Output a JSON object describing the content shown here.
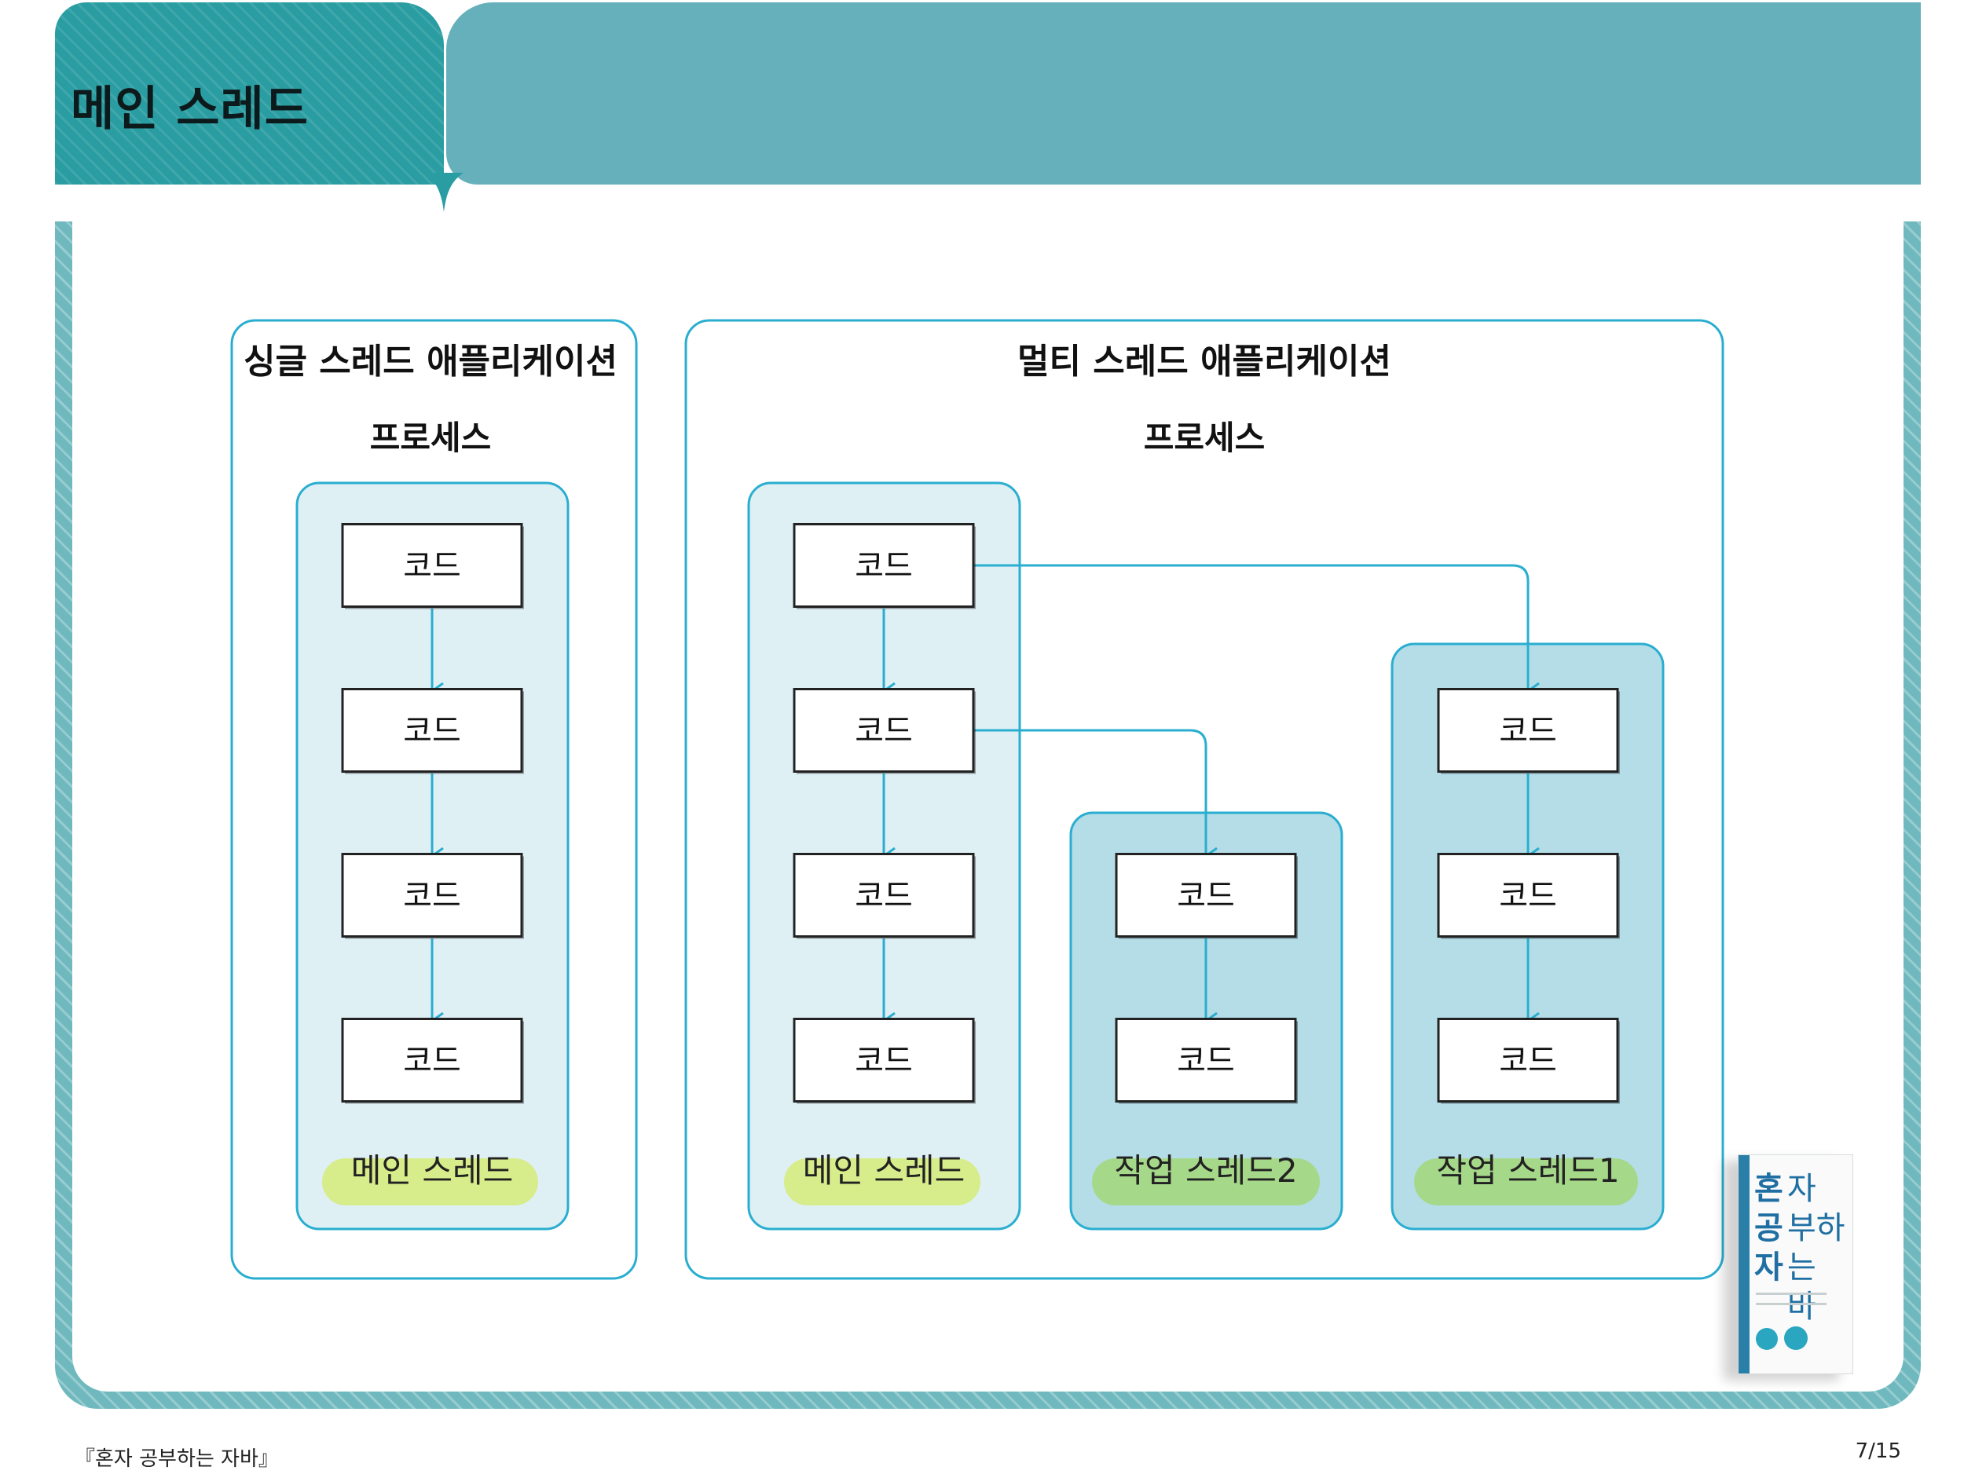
{
  "header": {
    "title": "메인 스레드"
  },
  "diagram": {
    "single": {
      "title": "싱글 스레드 애플리케이션",
      "process": "프로세스"
    },
    "multi": {
      "title": "멀티 스레드 애플리케이션",
      "process": "프로세스"
    },
    "code_label": "코드",
    "threads": {
      "single_main": "메인 스레드",
      "multi_main": "메인 스레드",
      "worker2": "작업 스레드2",
      "worker1": "작업 스레드1"
    }
  },
  "book": {
    "title_line1_bold": "혼",
    "title_line1": "자",
    "title_line2_bold": "공",
    "title_line2": "부하는",
    "title_line3_bold": "자",
    "title_line3": "바"
  },
  "footer": {
    "book_title": "『혼자 공부하는 자바』",
    "page": "7/15"
  },
  "colors": {
    "header_dark": "#2a9da2",
    "header_light": "#66b0bb",
    "line": "#2aaed0",
    "thread_light": "#dff0f5",
    "thread_dark": "#b4dde8",
    "highlight": "#d7ec8a"
  }
}
